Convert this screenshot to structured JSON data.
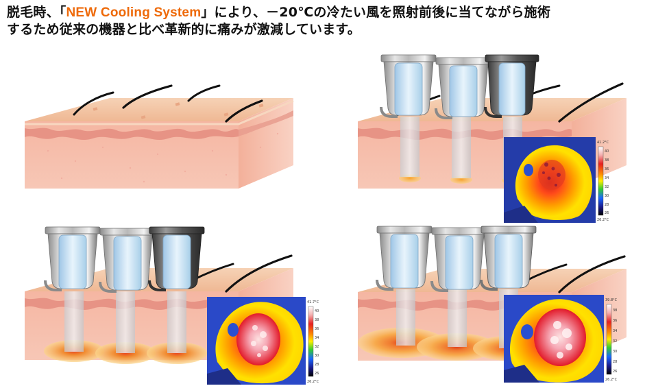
{
  "heading": {
    "line1_pre": "脱毛時、「",
    "brand": "NEW Cooling System",
    "line1_post": "」により、－20℃の冷たい風を照射前後に当てながら施術",
    "line2": "するため従来の機器と比べ革新的に痛みが激減しています。"
  },
  "colors": {
    "brand_text": "#ee6a0a",
    "skin_top": "#f2c2a2",
    "skin_side": "#f5b7a3",
    "dermis_band": "#e8968a",
    "hair": "#111111",
    "heat_spot": "#f7a630"
  },
  "thermal_images": [
    {
      "scale_max": "41.2°C",
      "scale_min": "26.2°C",
      "ticks": [
        "40",
        "38",
        "36",
        "34",
        "32",
        "30",
        "28",
        "26"
      ]
    },
    {
      "scale_max": "41.7°C",
      "scale_min": "26.2°C",
      "ticks": [
        "40",
        "38",
        "36",
        "34",
        "32",
        "30",
        "28",
        "26"
      ]
    },
    {
      "scale_max": "39.8°C",
      "scale_min": "26.2°C",
      "ticks": [
        "38",
        "36",
        "34",
        "32",
        "30",
        "28",
        "26"
      ]
    }
  ]
}
